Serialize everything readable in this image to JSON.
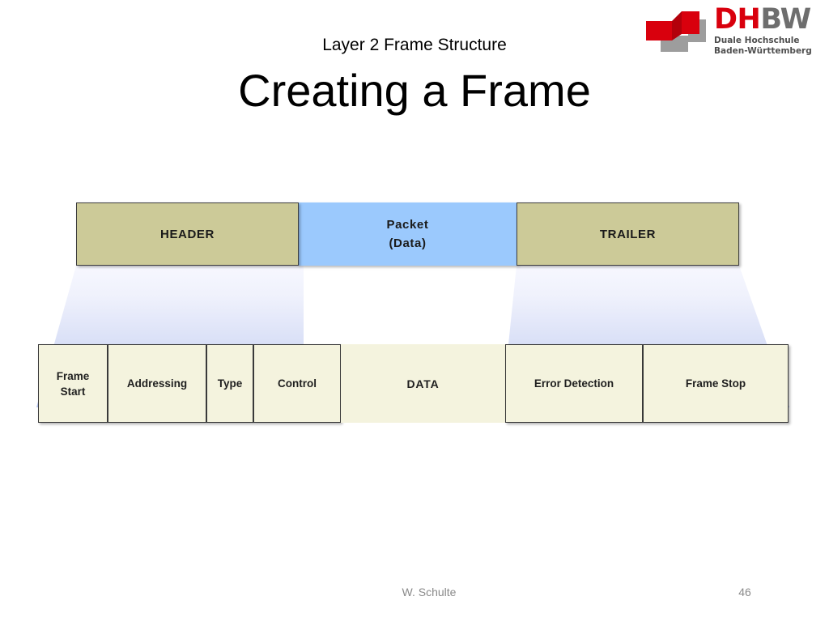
{
  "slide": {
    "subtitle": "Layer 2 Frame Structure",
    "title": "Creating a Frame"
  },
  "logo": {
    "mark_name": "dhbw-logo-mark",
    "wordmark_dh": "DH",
    "wordmark_bw": "BW",
    "subline_1": "Duale Hochschule",
    "subline_2": "Baden-Württemberg",
    "colors": {
      "red": "#d9000d",
      "gray": "#6e6e6e"
    }
  },
  "diagram": {
    "top_row": [
      {
        "label": "HEADER",
        "color": "#ccca98",
        "bordered": true
      },
      {
        "label_line1": "Packet",
        "label_line2": "(Data)",
        "color": "#9bc9fd",
        "bordered": false
      },
      {
        "label": "TRAILER",
        "color": "#ccca98",
        "bordered": true
      }
    ],
    "connectors": [
      {
        "name": "header-expansion-connector",
        "gradient_top": "#f2f3fd",
        "gradient_bottom": "#b8c6f0"
      },
      {
        "name": "trailer-expansion-connector",
        "gradient_top": "#f2f3fd",
        "gradient_bottom": "#b8c6f0"
      }
    ],
    "bottom_row": [
      {
        "label": "Frame\nStart",
        "line1": "Frame",
        "line2": "Start",
        "bordered": true
      },
      {
        "label": "Addressing",
        "bordered": true
      },
      {
        "label": "Type",
        "bordered": true
      },
      {
        "label": "Control",
        "bordered": true
      },
      {
        "label": "DATA",
        "bordered": false
      },
      {
        "label": "Error Detection",
        "bordered": true
      },
      {
        "label": "Frame Stop",
        "bordered": true
      }
    ],
    "colors": {
      "header_trailer_fill": "#ccca98",
      "packet_fill": "#9bc9fd",
      "field_fill": "#f4f3de",
      "border": "#3a3a3a"
    }
  },
  "footer": {
    "author": "W. Schulte",
    "page_number": "46"
  }
}
